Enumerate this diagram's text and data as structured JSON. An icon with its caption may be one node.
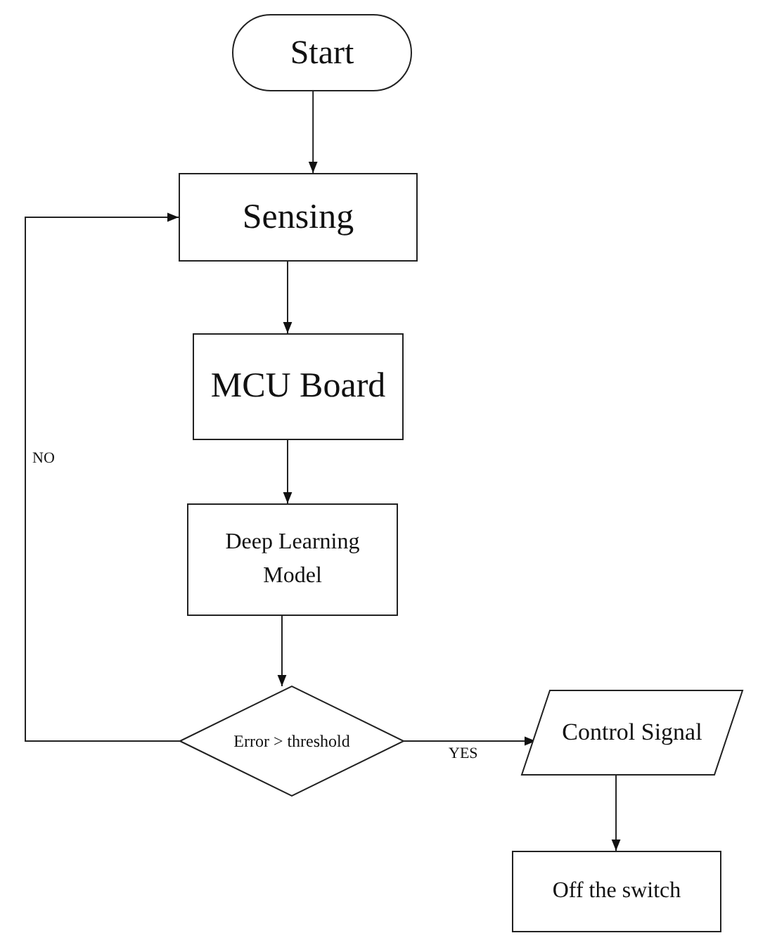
{
  "diagram": {
    "nodes": [
      {
        "text": [
          "Start"
        ]
      },
      {
        "text": [
          "Sensing"
        ]
      },
      {
        "text": [
          "MCU Board"
        ]
      },
      {
        "text": [
          "Deep Learning Model"
        ]
      },
      {
        "text": [
          "Error > threshold"
        ]
      },
      {
        "text": [
          "Control Signal"
        ]
      },
      {
        "text": [
          "Off the switch"
        ]
      }
    ],
    "edges": [
      {
        "from": 0,
        "to": 1,
        "arrow": "to"
      },
      {
        "from": 1,
        "to": 2,
        "arrow": "to"
      },
      {
        "from": 2,
        "to": 3,
        "arrow": "to"
      },
      {
        "from": 3,
        "to": 4,
        "arrow": "to"
      },
      {
        "from": 4,
        "to": 1,
        "arrow": "to",
        "label": "NO"
      },
      {
        "from": 4,
        "to": 5,
        "arrow": "to",
        "label": "YES"
      },
      {
        "from": 5,
        "to": 6,
        "arrow": "to"
      }
    ]
  }
}
